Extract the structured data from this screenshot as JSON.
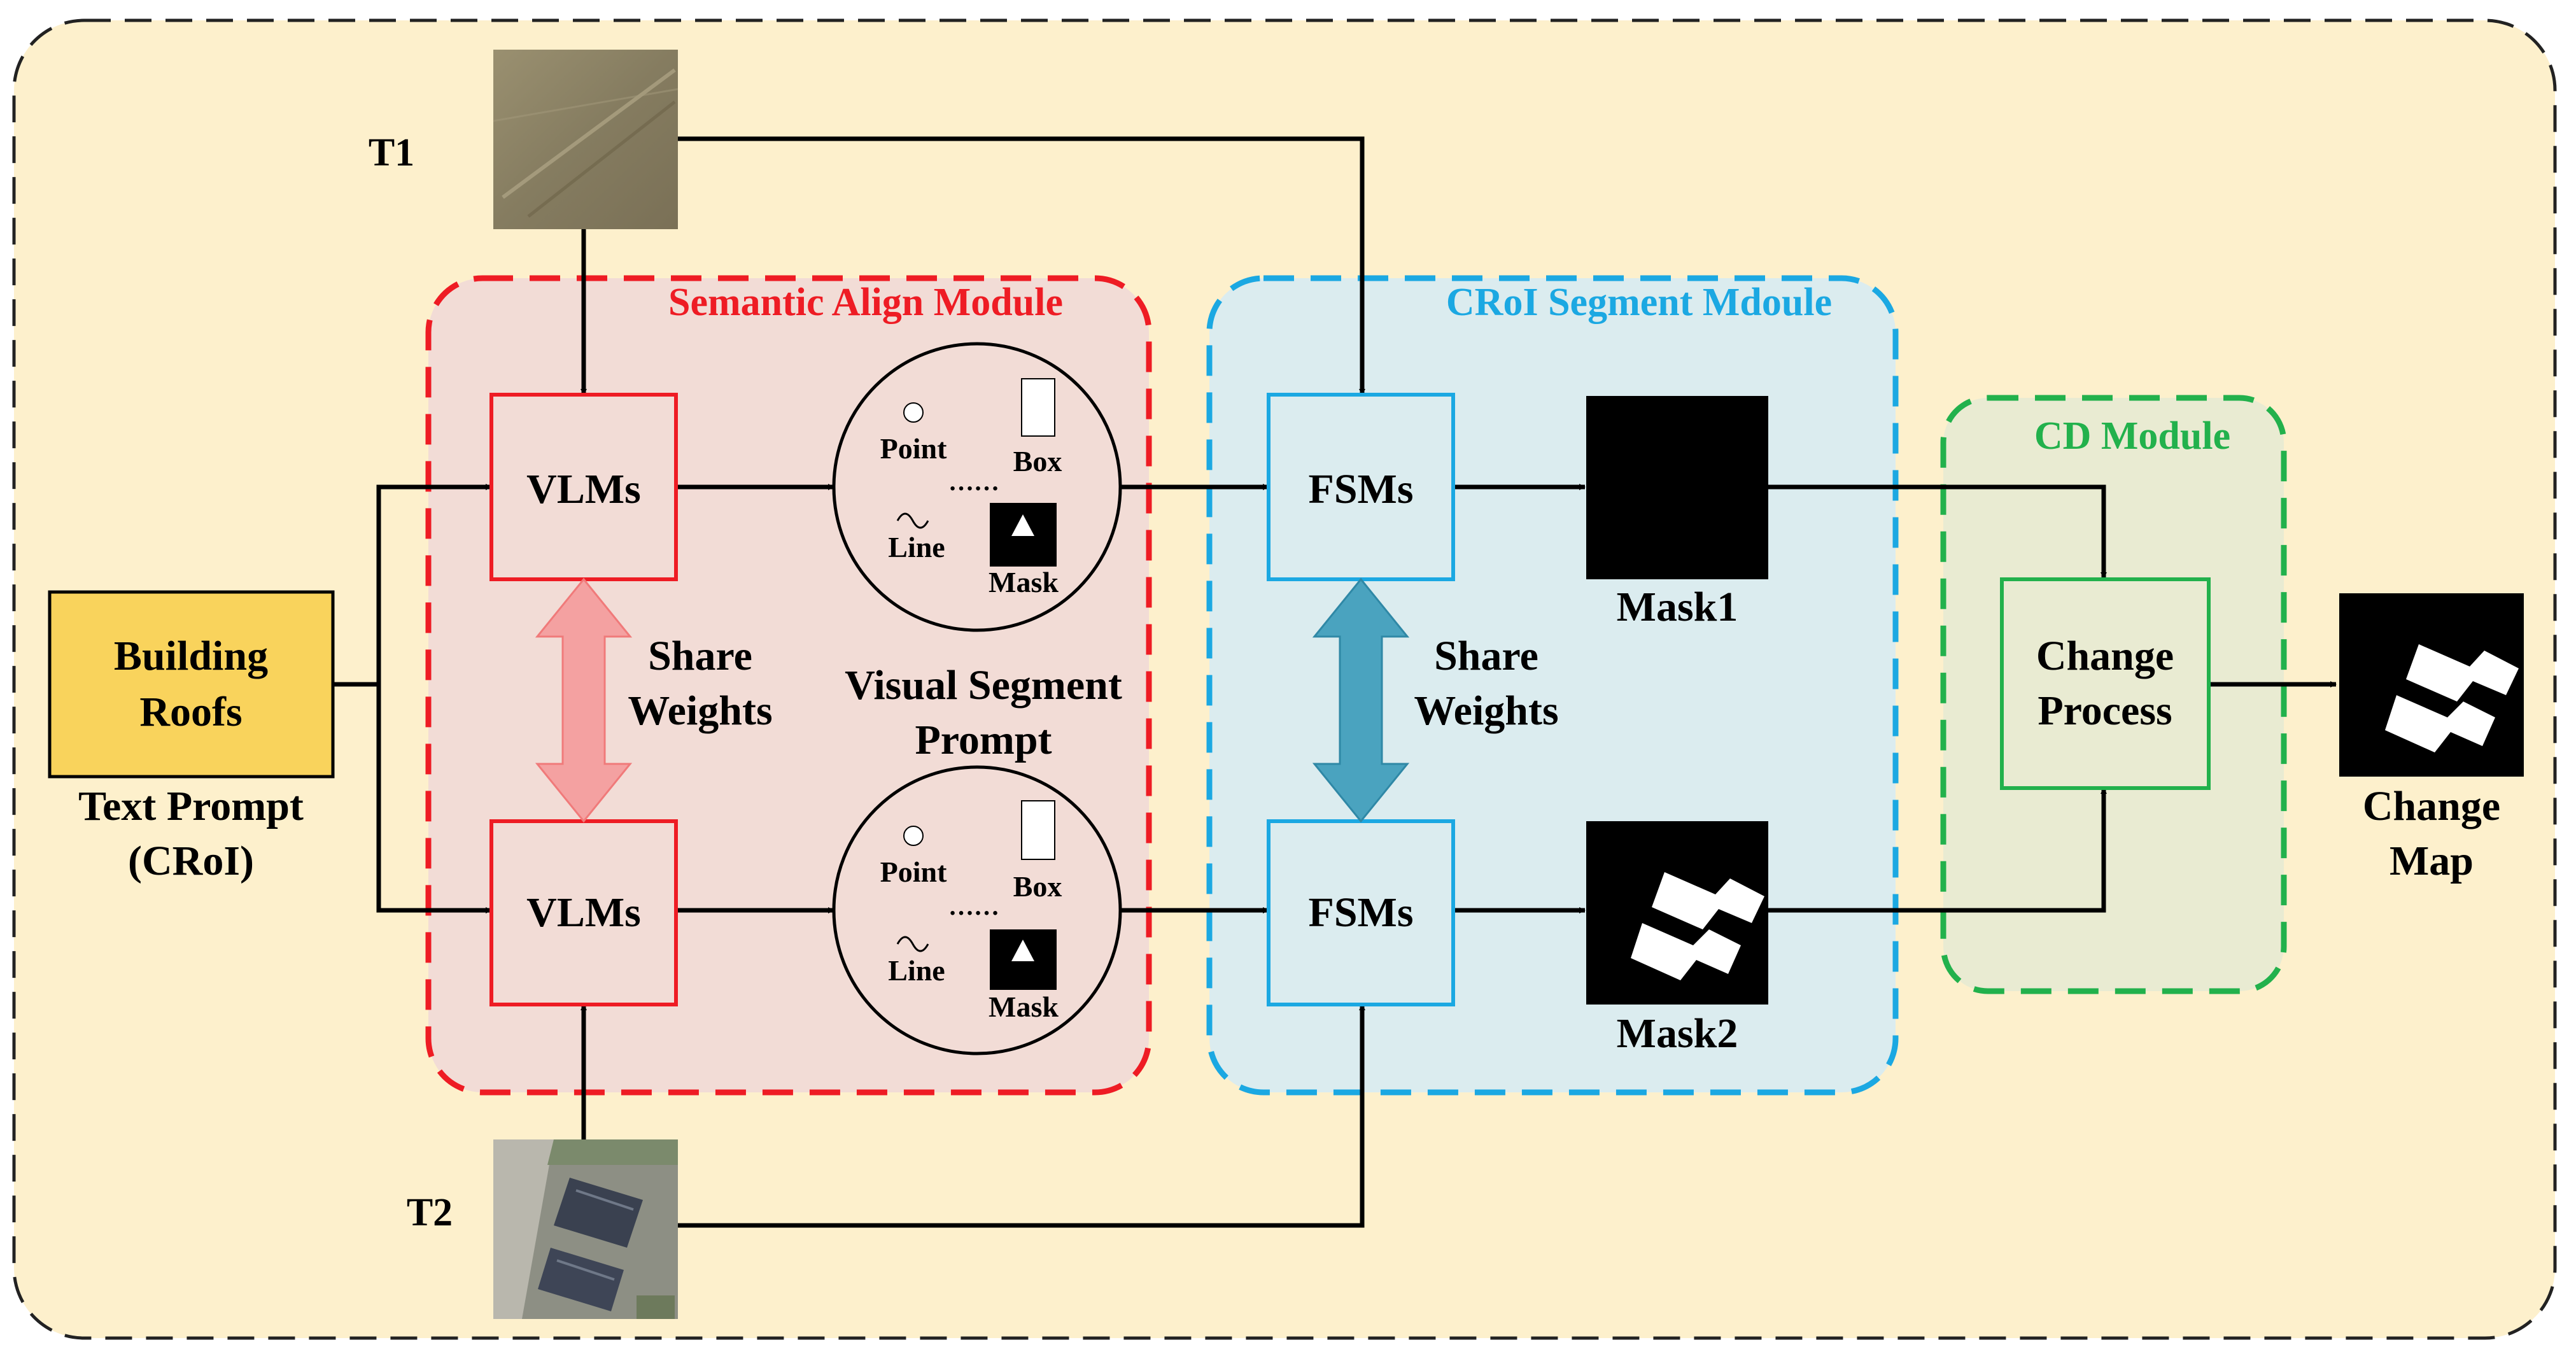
{
  "inputs": {
    "t1_label": "T1",
    "t2_label": "T2",
    "text_prompt_box": [
      "Building",
      "Roofs"
    ],
    "text_prompt_caption": [
      "Text Prompt",
      "(CRoI)"
    ]
  },
  "semantic_align": {
    "title": "Semantic Align Module",
    "model_top": "VLMs",
    "model_bottom": "VLMs",
    "share_weights": [
      "Share",
      "Weights"
    ],
    "prompt_caption": [
      "Visual Segment",
      "Prompt"
    ],
    "prompt_items": {
      "point": "Point",
      "box": "Box",
      "line": "Line",
      "mask": "Mask"
    }
  },
  "croi_segment": {
    "title": "CRoI Segment Mdoule",
    "model_top": "FSMs",
    "model_bottom": "FSMs",
    "share_weights": [
      "Share",
      "Weights"
    ],
    "mask1": "Mask1",
    "mask2": "Mask2"
  },
  "cd_module": {
    "title": "CD Module",
    "process": [
      "Change",
      "Process"
    ]
  },
  "output": {
    "caption": [
      "Change",
      "Map"
    ]
  },
  "colors": {
    "background": "#fdf0cc",
    "semantic_fill": "#f2dcd6",
    "semantic_border": "#ee1c24",
    "croi_fill": "#dbecef",
    "croi_border": "#1ba8e2",
    "cd_fill": "#e9ebd2",
    "cd_border": "#22b14c",
    "text_prompt_fill": "#f9d35c",
    "semantic_title": "#ee1c24",
    "croi_title": "#1ba8e2",
    "cd_title": "#22b14c",
    "share_arrow_red": "#f4a1a1",
    "share_arrow_blue": "#4aa3bf"
  }
}
